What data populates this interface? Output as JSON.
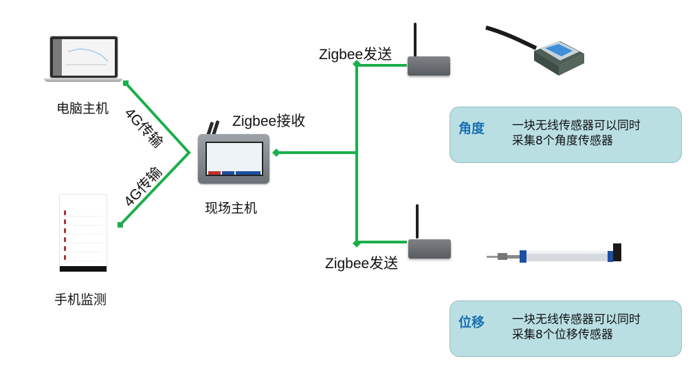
{
  "nodes": {
    "pc": {
      "label": "电脑主机"
    },
    "phone": {
      "label": "手机监测"
    },
    "field_host": {
      "label": "现场主机",
      "caption": "Zigbee接收"
    },
    "transmitter_top": {
      "caption": "Zigbee发送"
    },
    "transmitter_bottom": {
      "caption": "Zigbee发送"
    }
  },
  "links": {
    "pc_link": {
      "label": "4G传输"
    },
    "phone_link": {
      "label": "4G传输"
    }
  },
  "sensors": [
    {
      "type": "angle-sensor",
      "title": "角度",
      "description": [
        "一块无线传感器可以同时",
        "采集8个角度传感器"
      ]
    },
    {
      "type": "displacement-sensor",
      "title": "位移",
      "description": [
        "一块无线传感器可以同时",
        "采集8个位移传感器"
      ]
    }
  ],
  "colors": {
    "link": "#1aaf4a",
    "info_box": "#b9dfe3",
    "info_title": "#1b6fb0"
  }
}
